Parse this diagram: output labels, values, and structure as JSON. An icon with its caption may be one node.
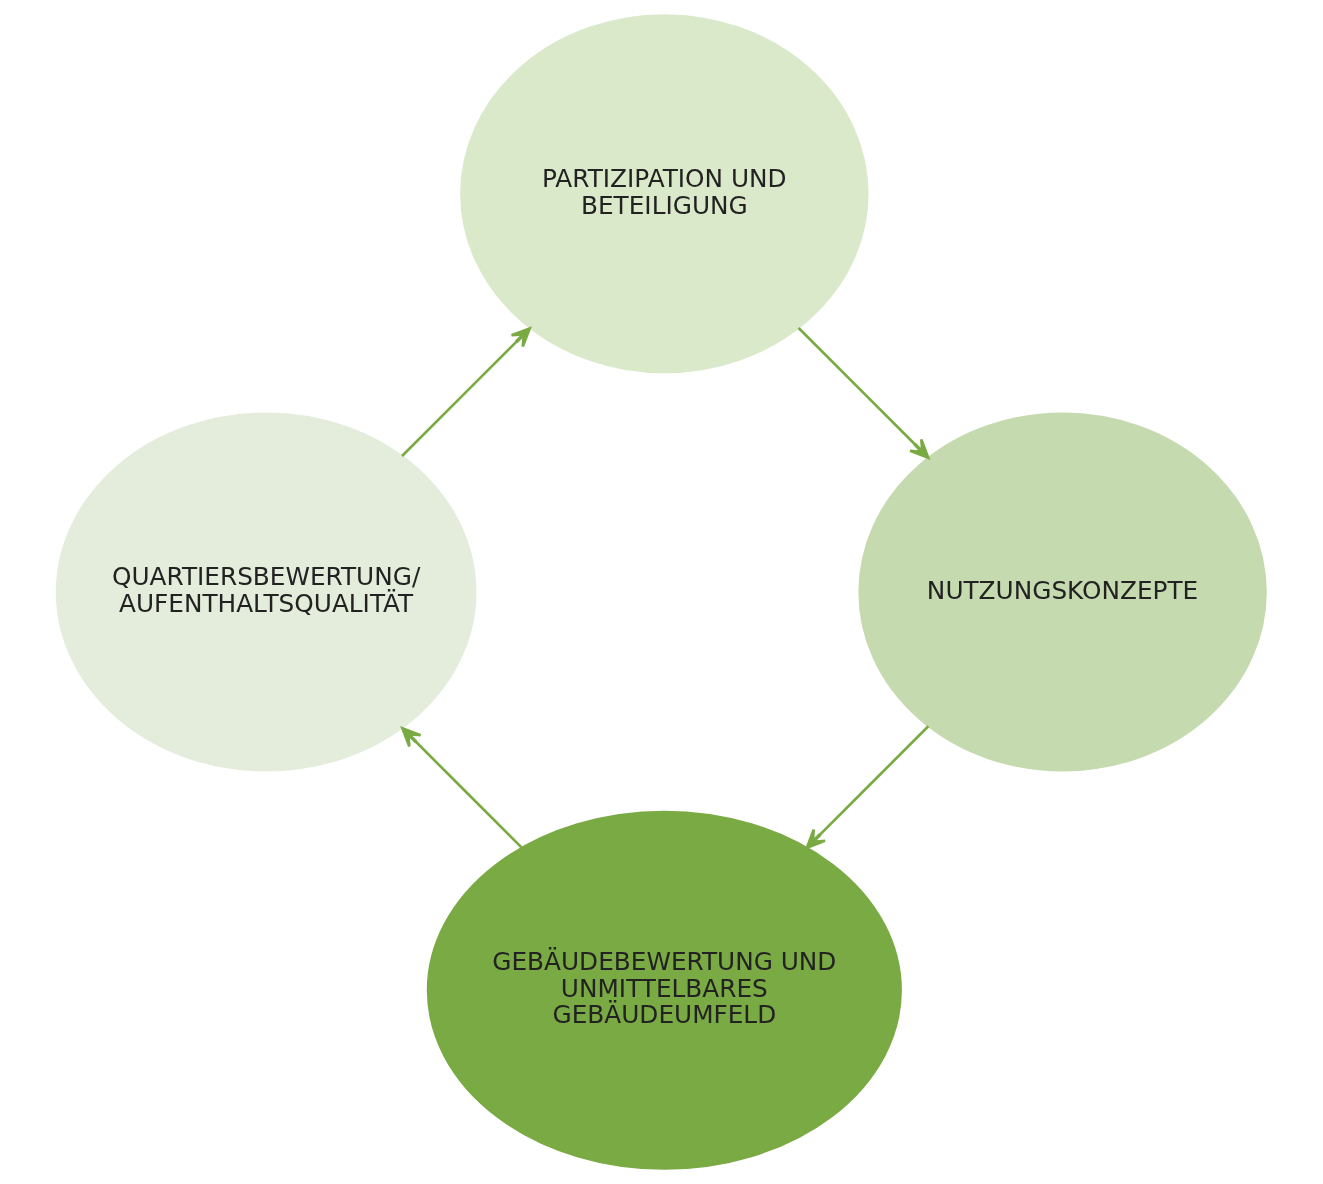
{
  "diagram": {
    "nodes": [
      {
        "text": [
          "GEBÄUDEBEWERTUNG UND UNMITTELBARES GEBÄUDEUMFELD"
        ]
      },
      {
        "text": [
          "QUARTIERSBEWERTUNG/ AUFENTHALTSQUALITÄT"
        ]
      },
      {
        "text": [
          "PARTIZIPATION UND BETEILIGUNG"
        ]
      },
      {
        "text": [
          "NUTZUNGSKONZEPTE"
        ]
      }
    ],
    "edges": [
      {
        "from": 3,
        "to": 0,
        "arrow": "to"
      },
      {
        "from": 0,
        "to": 1,
        "arrow": "to"
      },
      {
        "from": 1,
        "to": 2,
        "arrow": "to"
      },
      {
        "from": 2,
        "to": 3,
        "arrow": "to"
      }
    ]
  }
}
